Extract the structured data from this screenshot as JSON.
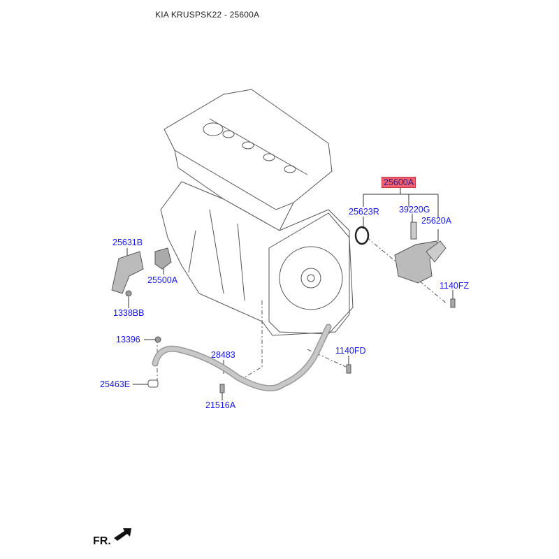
{
  "title": "KIA KRUSPSK22 - 25600A",
  "labels": {
    "assembly": "25600A",
    "oring": "25623R",
    "sensor": "39220G",
    "housing": "25620A",
    "bolt_fz": "1140FZ",
    "fitting": "25631B",
    "thermostat": "25500A",
    "bolt_bb": "1338BB",
    "nut": "13396",
    "pipe": "28483",
    "bolt_fd": "1140FD",
    "gasket": "25463E",
    "bolt_a": "21516A"
  },
  "direction": "FR.",
  "colors": {
    "label": "#1515f0",
    "highlight": "#f06070"
  }
}
